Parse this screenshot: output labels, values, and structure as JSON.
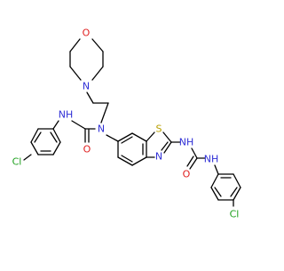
{
  "colors": {
    "bond": "#000000",
    "nitrogen": "#2f2fd6",
    "oxygen": "#e02020",
    "sulfur": "#b8a000",
    "chlorine": "#1ea01e",
    "background": "#ffffff"
  },
  "labels": {
    "morpholine_o": "O",
    "morpholine_n": "N",
    "urea1_nh": "NH",
    "urea1_n": "N",
    "urea1_o": "O",
    "cl1": "Cl",
    "thiazole_s": "S",
    "thiazole_n": "N",
    "urea2_nh1": "NH",
    "urea2_nh2": "NH",
    "urea2_o": "O",
    "cl2": "Cl"
  }
}
